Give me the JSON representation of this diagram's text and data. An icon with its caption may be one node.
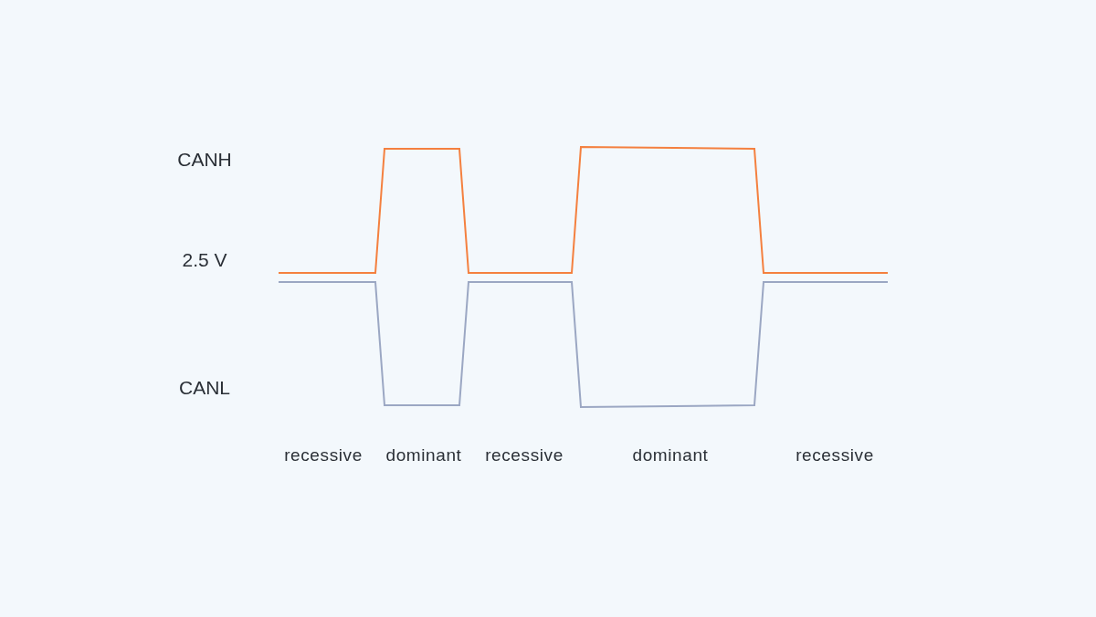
{
  "diagram": {
    "labels": [
      "CANH",
      "2.5 V",
      "CANL",
      "recessive",
      "dominant",
      "recessive",
      "dominant",
      "recessive"
    ]
  }
}
